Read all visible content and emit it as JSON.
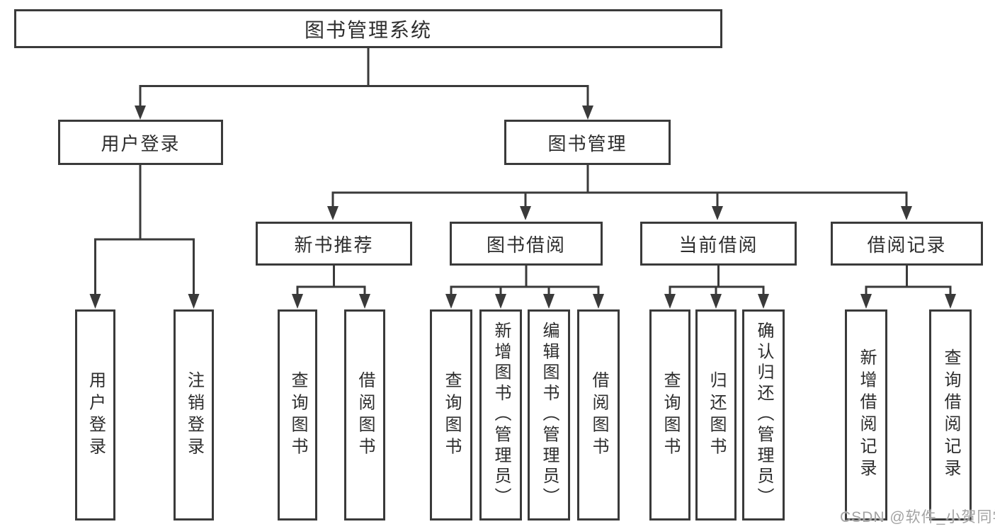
{
  "tree": {
    "root": "图书管理系统",
    "level2": [
      {
        "label": "用户登录",
        "children": [
          "用户登录",
          "注销登录"
        ]
      },
      {
        "label": "图书管理",
        "children": [
          {
            "label": "新书推荐",
            "children": [
              "查询图书",
              "借阅图书"
            ]
          },
          {
            "label": "图书借阅",
            "children": [
              "查询图书",
              "新增图书（管理员）",
              "编辑图书（管理员）",
              "借阅图书"
            ]
          },
          {
            "label": "当前借阅",
            "children": [
              "查询图书",
              "归还图书",
              "确认归还（管理员）"
            ]
          },
          {
            "label": "借阅记录",
            "children": [
              "新增借阅记录",
              "查询借阅记录"
            ]
          }
        ]
      }
    ]
  },
  "watermark": "CSDN @软件_小贺同学",
  "colors": {
    "line": "#3a3a3a",
    "text": "#2d2d2d",
    "watermark": "#a3a3a3",
    "background": "#ffffff"
  }
}
